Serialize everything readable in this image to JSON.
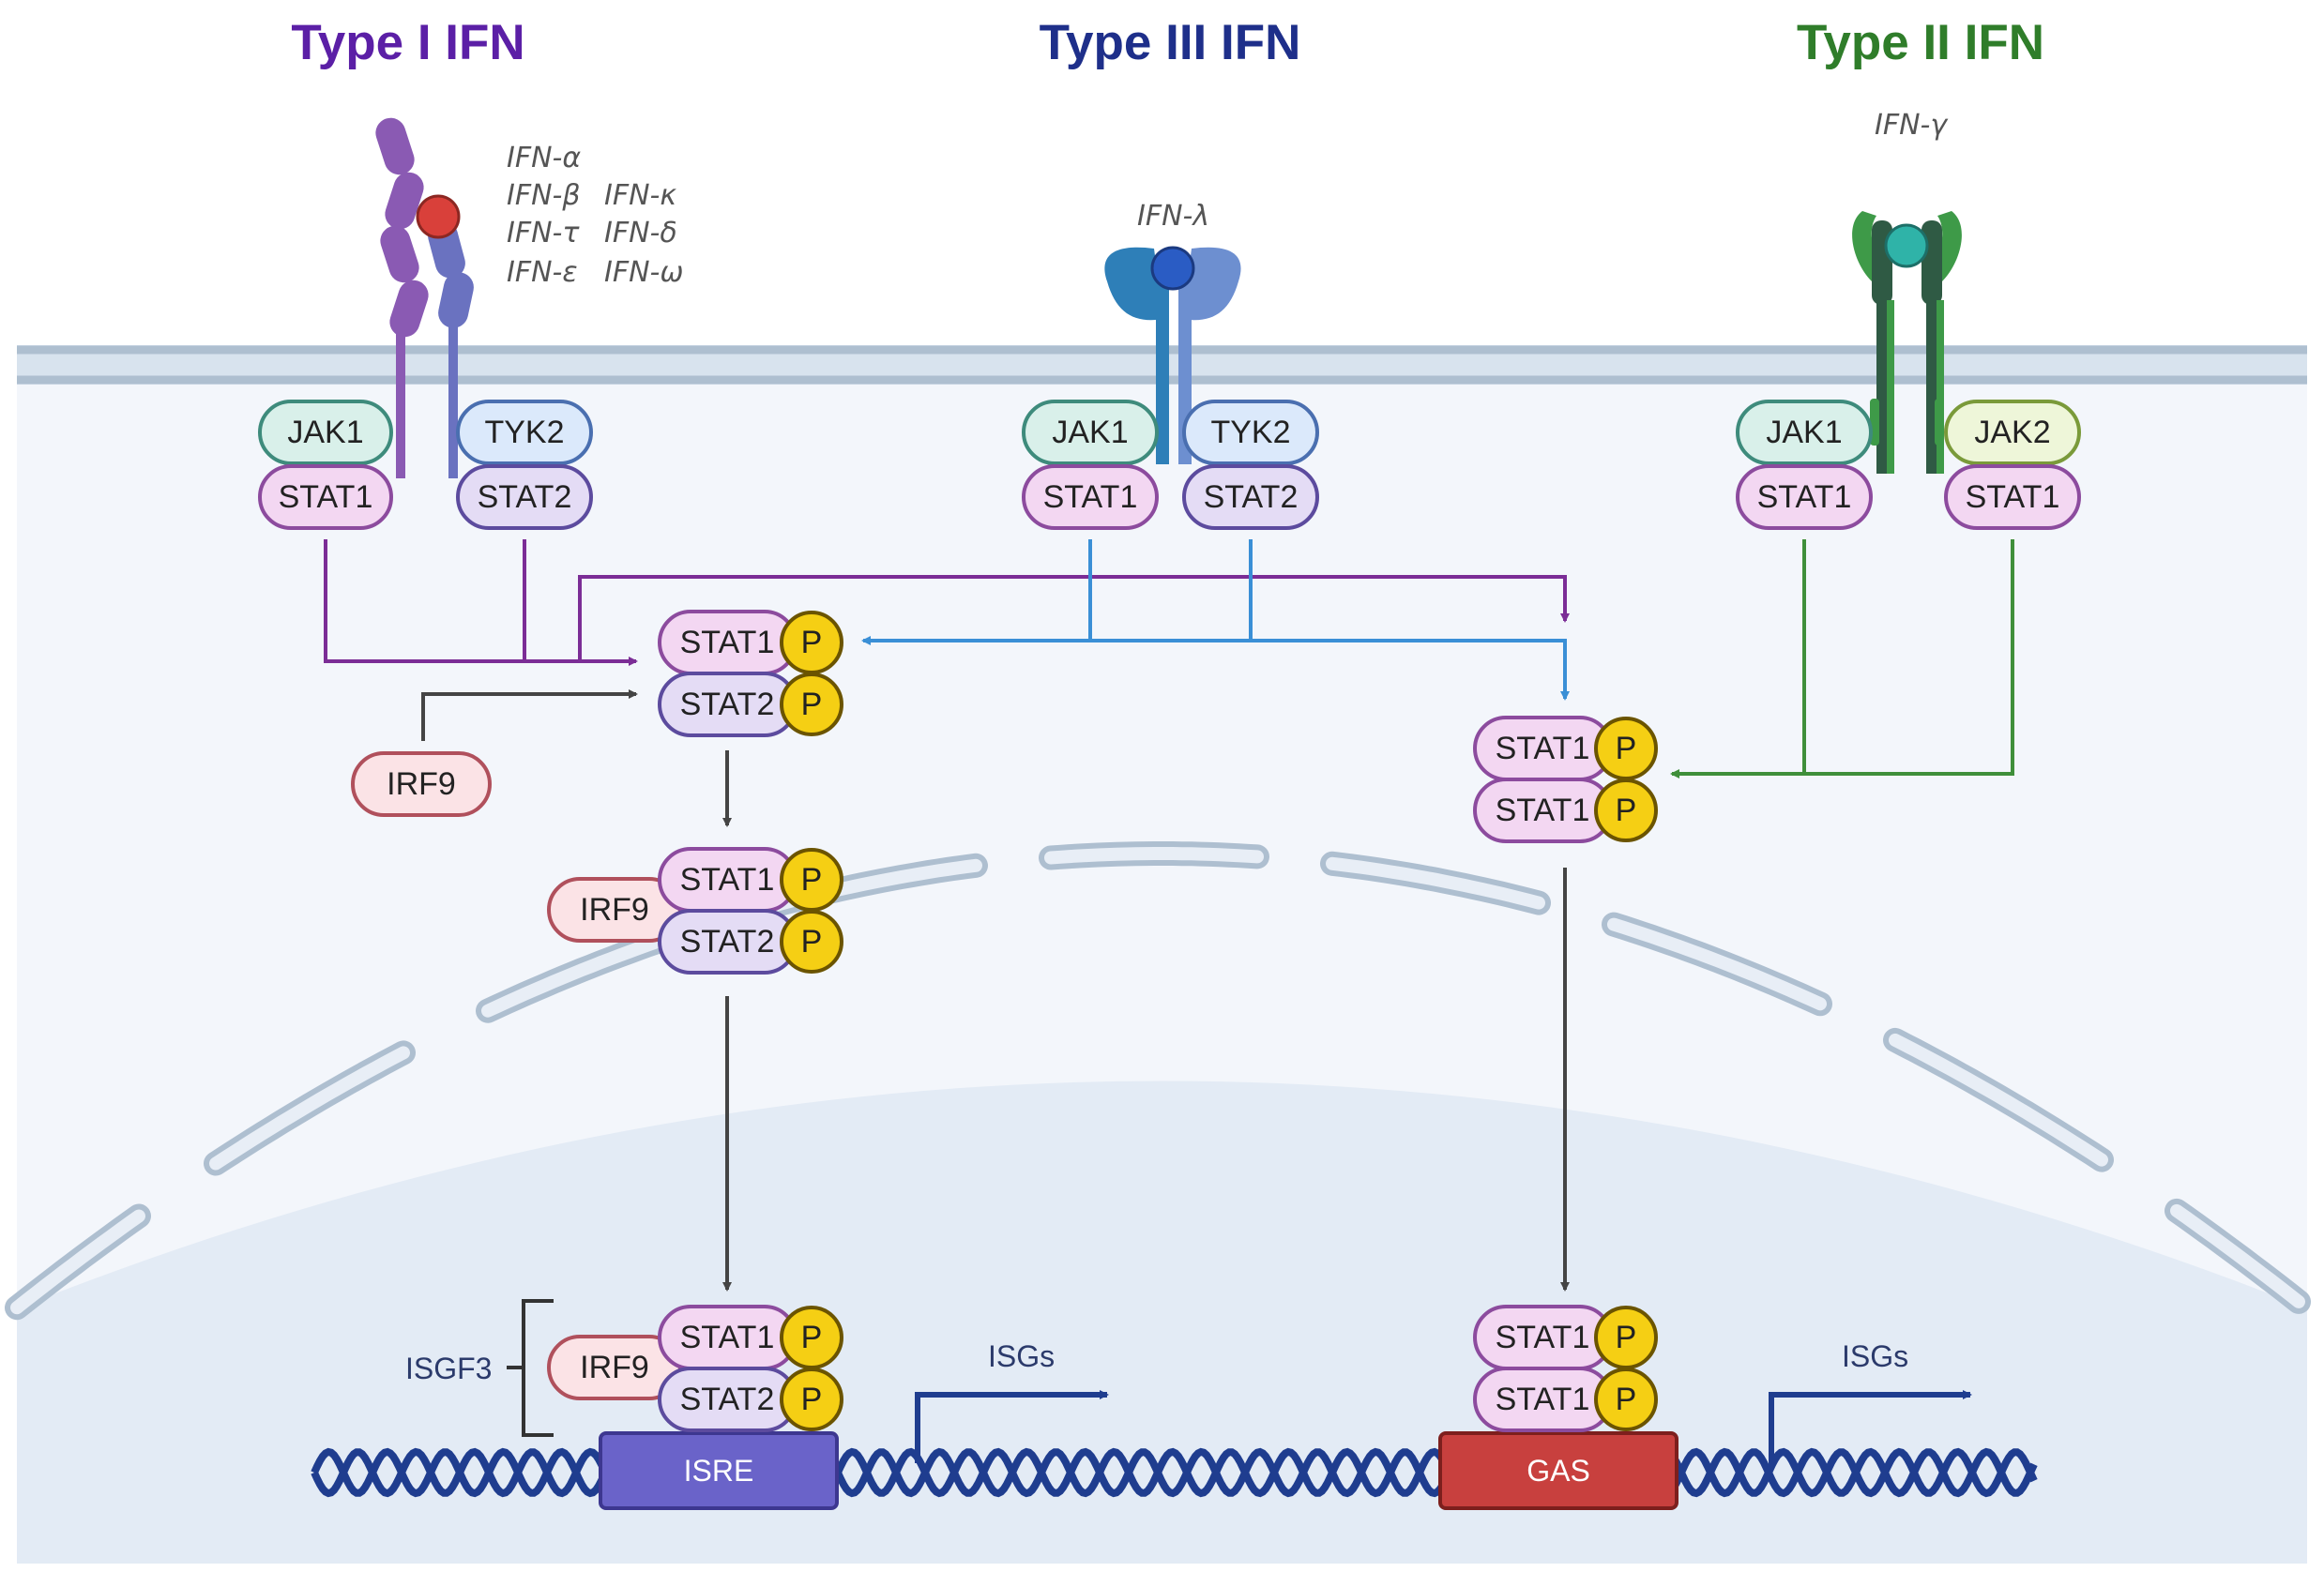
{
  "titles": {
    "type1": "Type I IFN",
    "type3": "Type III IFN",
    "type2": "Type II IFN"
  },
  "colors": {
    "type1": "#5b1fa6",
    "type3": "#1e2f8a",
    "type2": "#2f7d2a",
    "arrow_type1": "#7b2d96",
    "arrow_type3": "#3a8fd6",
    "arrow_type2": "#3f8f3a",
    "arrow_dark": "#444444",
    "isre": "#6a63c9",
    "gas": "#c8403e",
    "dna": "#1f3d8f",
    "phospho": "#f5cf14"
  },
  "ligands": {
    "type1": [
      "IFN-α",
      "IFN-β",
      "IFN-κ",
      "IFN-τ",
      "IFN-δ",
      "IFN-ε",
      "IFN-ω"
    ],
    "type3": "IFN-λ",
    "type2": "IFN-γ"
  },
  "proteins": {
    "jak1": "JAK1",
    "jak2": "JAK2",
    "tyk2": "TYK2",
    "stat1": "STAT1",
    "stat2": "STAT2",
    "irf9": "IRF9",
    "p": "P"
  },
  "labels": {
    "isgf3": "ISGF3",
    "isre": "ISRE",
    "gas": "GAS",
    "isgs": "ISGs"
  }
}
